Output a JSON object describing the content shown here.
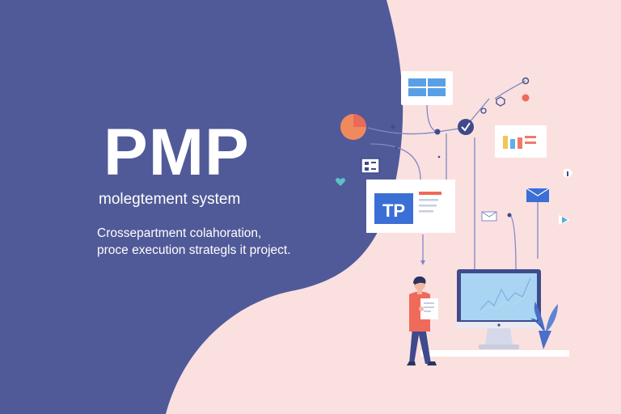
{
  "hero": {
    "title": "PMP",
    "subtitle": "molegtement system",
    "description_line1": "Crossepartment colahoration,",
    "description_line2": "proce execution strategls it project."
  },
  "illustration": {
    "badge_label": "TP",
    "icons": [
      "pie-chart-icon",
      "check-circle-icon",
      "heart-icon",
      "mail-icon",
      "play-icon",
      "location-pin-icon",
      "bar-chart-icon",
      "chat-bubble-icon"
    ]
  },
  "colors": {
    "left_panel": "#505a98",
    "right_background": "#fbe0e0",
    "accent_blue": "#3b6fd6",
    "accent_coral": "#ef7a6a"
  }
}
